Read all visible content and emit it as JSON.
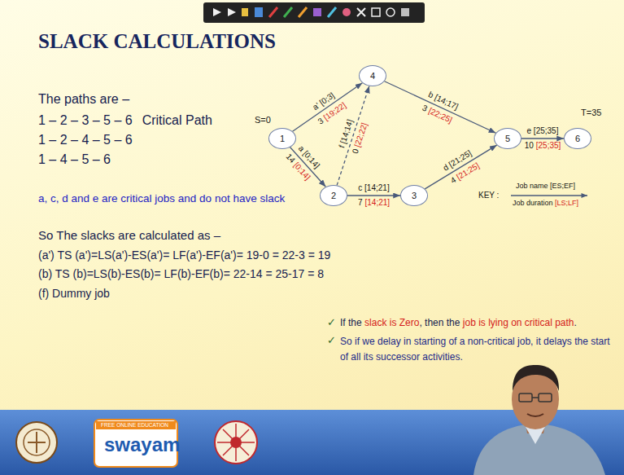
{
  "diagram": {
    "title": "SLACK CALCULATIONS",
    "nodes": [
      {
        "text": [
          "1"
        ]
      },
      {
        "text": [
          "2"
        ]
      },
      {
        "text": [
          "3"
        ]
      },
      {
        "text": [
          "4"
        ]
      },
      {
        "text": [
          "5"
        ]
      },
      {
        "text": [
          "6"
        ]
      }
    ],
    "edges": [
      {
        "from": 0,
        "to": 3,
        "arrow": "to"
      },
      {
        "from": 0,
        "to": 1,
        "arrow": "to"
      },
      {
        "from": 1,
        "to": 3,
        "arrow": "to"
      },
      {
        "from": 3,
        "to": 4,
        "arrow": "to"
      },
      {
        "from": 1,
        "to": 2,
        "arrow": "to"
      },
      {
        "from": 2,
        "to": 4,
        "arrow": "to"
      },
      {
        "from": 4,
        "to": 5,
        "arrow": "to"
      }
    ],
    "labels": [
      "The paths are –",
      "1 – 2 – 3 – 5 – 6",
      "Critical Path",
      "1 – 2 – 4 – 5 – 6",
      "1 – 4 – 5 – 6",
      "a, c, d and e are critical jobs and do not have slack",
      "So The slacks are calculated as –",
      "(a') TS (a')=LS(a')-ES(a')= LF(a')-EF(a')= 19-0 = 22-3 = 19",
      "(b) TS (b)=LS(b)-ES(b)= LF(b)-EF(b)= 22-14 = 25-17 = 8",
      "(f) Dummy job",
      "✓",
      "If the",
      "slack is Zero",
      ", then the",
      "job is lying on critical path",
      ".",
      "✓",
      "So if we delay in starting of a non-critical job, it delays the start of all its successor activities.",
      "S=0",
      "T=35",
      "a' [0;3]",
      "3",
      "[19;22]",
      "a [0;14]",
      "14",
      "[0;14]",
      "f [14;14]",
      "0",
      "[22;22]",
      "b [14;17]",
      "3",
      "[22;25]",
      "c [14;21]",
      "7",
      "[14;21]",
      "d [21;25]",
      "4",
      "[21;25]",
      "e [25;35]",
      "10",
      "[25;35]",
      "KEY :",
      "Job name",
      "[ES;EF]",
      "Job duration",
      "[LS;LF]",
      "FREE ONLINE EDUCATION",
      "swayam"
    ]
  }
}
